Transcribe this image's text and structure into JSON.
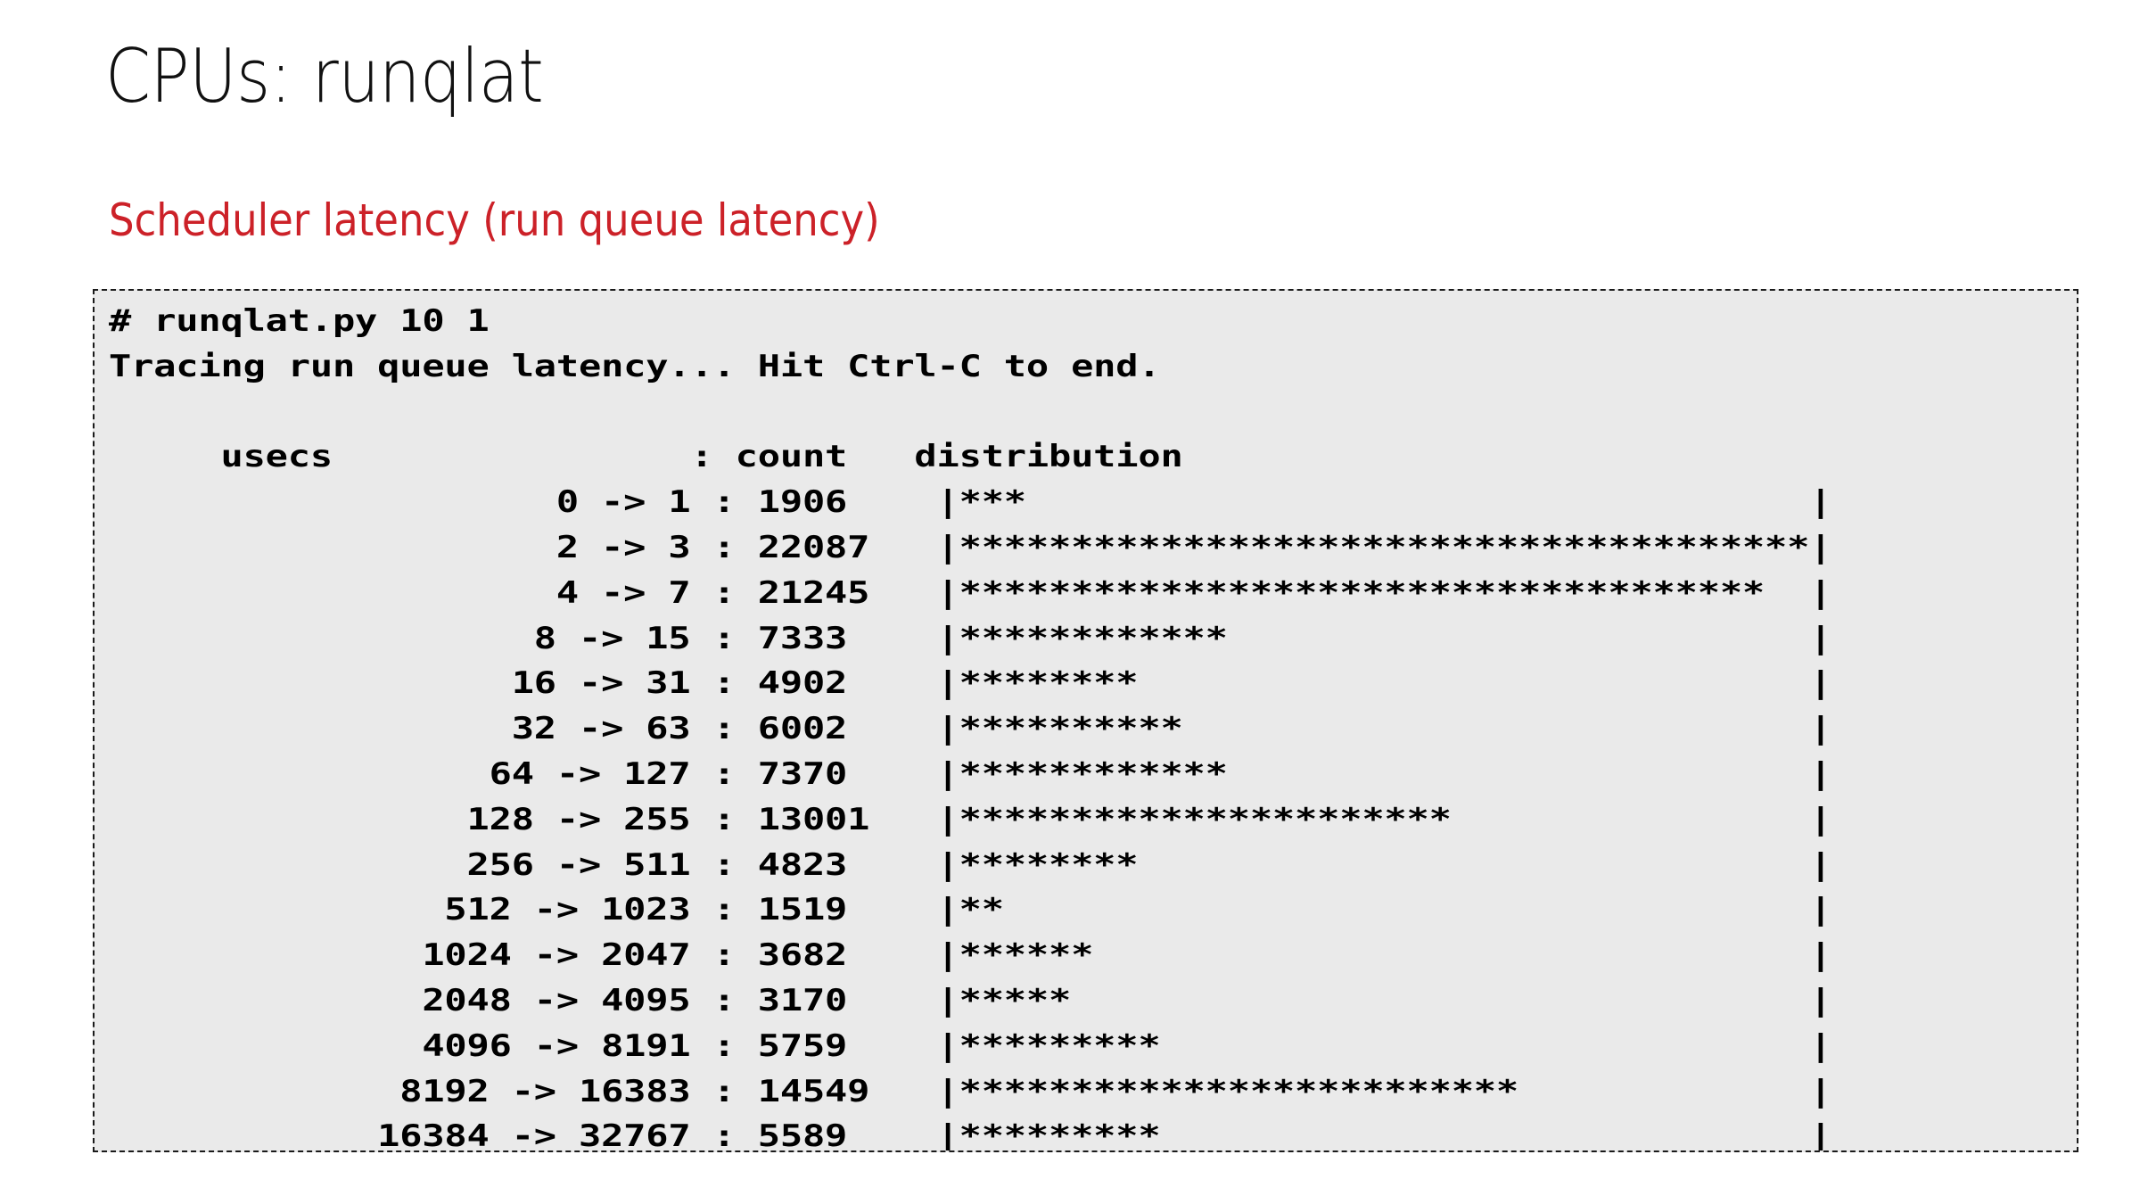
{
  "slide": {
    "title": "CPUs: runqlat",
    "subtitle": "Scheduler latency (run queue latency)",
    "subtitle_color": "#CC2128",
    "title_color": "#111111",
    "background_color": "#FFFFFF"
  },
  "terminal": {
    "background_color": "#EAEAEA",
    "border_color": "#1A1A1A",
    "border_style": "dashed",
    "text_color": "#000000",
    "command": "# runqlat.py 10 1",
    "status_line": "Tracing run queue latency... Hit Ctrl-C to end.",
    "blank_line": "",
    "header": {
      "bucket": "usecs",
      "separator": ":",
      "count": "count",
      "distribution": "distribution"
    },
    "max_stars": 38,
    "rows": [
      {
        "range": "0 -> 1",
        "count": "1906",
        "stars": 3
      },
      {
        "range": "2 -> 3",
        "count": "22087",
        "stars": 38
      },
      {
        "range": "4 -> 7",
        "count": "21245",
        "stars": 36
      },
      {
        "range": "8 -> 15",
        "count": "7333",
        "stars": 12
      },
      {
        "range": "16 -> 31",
        "count": "4902",
        "stars": 8
      },
      {
        "range": "32 -> 63",
        "count": "6002",
        "stars": 10
      },
      {
        "range": "64 -> 127",
        "count": "7370",
        "stars": 12
      },
      {
        "range": "128 -> 255",
        "count": "13001",
        "stars": 22
      },
      {
        "range": "256 -> 511",
        "count": "4823",
        "stars": 8
      },
      {
        "range": "512 -> 1023",
        "count": "1519",
        "stars": 2
      },
      {
        "range": "1024 -> 2047",
        "count": "3682",
        "stars": 6
      },
      {
        "range": "2048 -> 4095",
        "count": "3170",
        "stars": 5
      },
      {
        "range": "4096 -> 8191",
        "count": "5759",
        "stars": 9
      },
      {
        "range": "8192 -> 16383",
        "count": "14549",
        "stars": 25
      },
      {
        "range": "16384 -> 32767",
        "count": "5589",
        "stars": 9
      }
    ]
  },
  "chart_data": {
    "type": "bar",
    "title": "Scheduler latency (run queue latency)",
    "xlabel": "count",
    "ylabel": "usecs",
    "categories": [
      "0 -> 1",
      "2 -> 3",
      "4 -> 7",
      "8 -> 15",
      "16 -> 31",
      "32 -> 63",
      "64 -> 127",
      "128 -> 255",
      "256 -> 511",
      "512 -> 1023",
      "1024 -> 2047",
      "2048 -> 4095",
      "4096 -> 8191",
      "8192 -> 16383",
      "16384 -> 32767"
    ],
    "values": [
      1906,
      22087,
      21245,
      7333,
      4902,
      6002,
      7370,
      13001,
      4823,
      1519,
      3682,
      3170,
      5759,
      14549,
      5589
    ],
    "star_counts": [
      3,
      38,
      36,
      12,
      8,
      10,
      12,
      22,
      8,
      2,
      6,
      5,
      9,
      25,
      9
    ],
    "ylim": [
      0,
      22087
    ],
    "grid": false,
    "legend": "none"
  }
}
